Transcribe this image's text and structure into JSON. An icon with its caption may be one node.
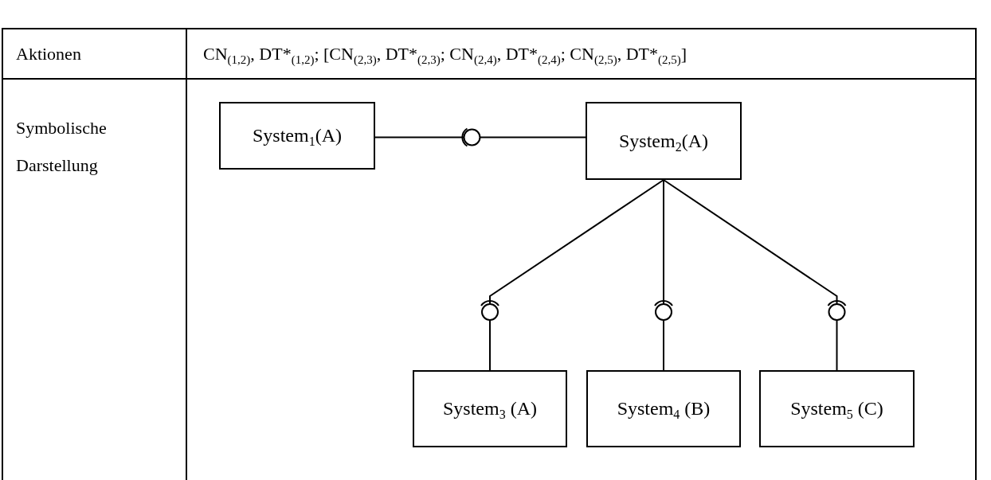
{
  "diagram": {
    "nodes": [
      {
        "text": [
          "System$_{1}$(A)"
        ]
      },
      {
        "text": [
          "System$_{2}$(A)"
        ]
      },
      {
        "text": [
          "System$_{3}$ (A)"
        ]
      },
      {
        "text": [
          "System$_{4}$ (B)"
        ]
      },
      {
        "text": [
          "System$_{5}$ (C)"
        ]
      }
    ],
    "edges": [
      {
        "from": 0,
        "to": 1,
        "arrow": "none"
      },
      {
        "from": 1,
        "to": 2,
        "arrow": "none"
      },
      {
        "from": 1,
        "to": 3,
        "arrow": "none"
      },
      {
        "from": 1,
        "to": 4,
        "arrow": "none"
      }
    ],
    "labels": [
      "Aktionen",
      "CN$_{(1,2)}$, DT*$_{(1,2)}$; [CN$_{(2,3)}$, DT*$_{(2,3)}$; CN$_{(2,4)}$, DT*$_{(2,4)}$; CN$_{(2,5)}$, DT*$_{(2,5)}$]",
      "Symbolische Darstellung"
    ]
  }
}
